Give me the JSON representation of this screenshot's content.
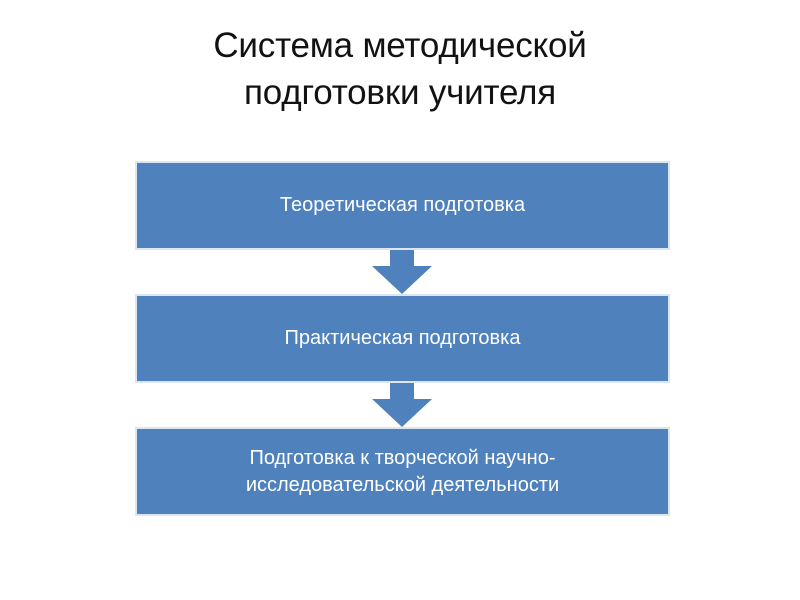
{
  "slide": {
    "background_color": "#FFFFFF",
    "title": "Система методической\nподготовки учителя",
    "title_color": "#121212"
  },
  "theme": {
    "accent_blue": "#4F81BD",
    "box_outline": "#DCE6F1",
    "box_text_color": "#FFFFFF"
  },
  "diagram": {
    "type": "vertical-flow",
    "boxes": [
      {
        "id": "box-1",
        "label": "Теоретическая подготовка"
      },
      {
        "id": "box-2",
        "label": "Практическая подготовка"
      },
      {
        "id": "box-3",
        "label": "Подготовка к творческой научно-\nисследовательской деятельности"
      }
    ],
    "connectors": [
      {
        "id": "arrow-1",
        "icon": "arrow-down-icon",
        "from": "box-1",
        "to": "box-2"
      },
      {
        "id": "arrow-2",
        "icon": "arrow-down-icon",
        "from": "box-2",
        "to": "box-3"
      }
    ]
  }
}
